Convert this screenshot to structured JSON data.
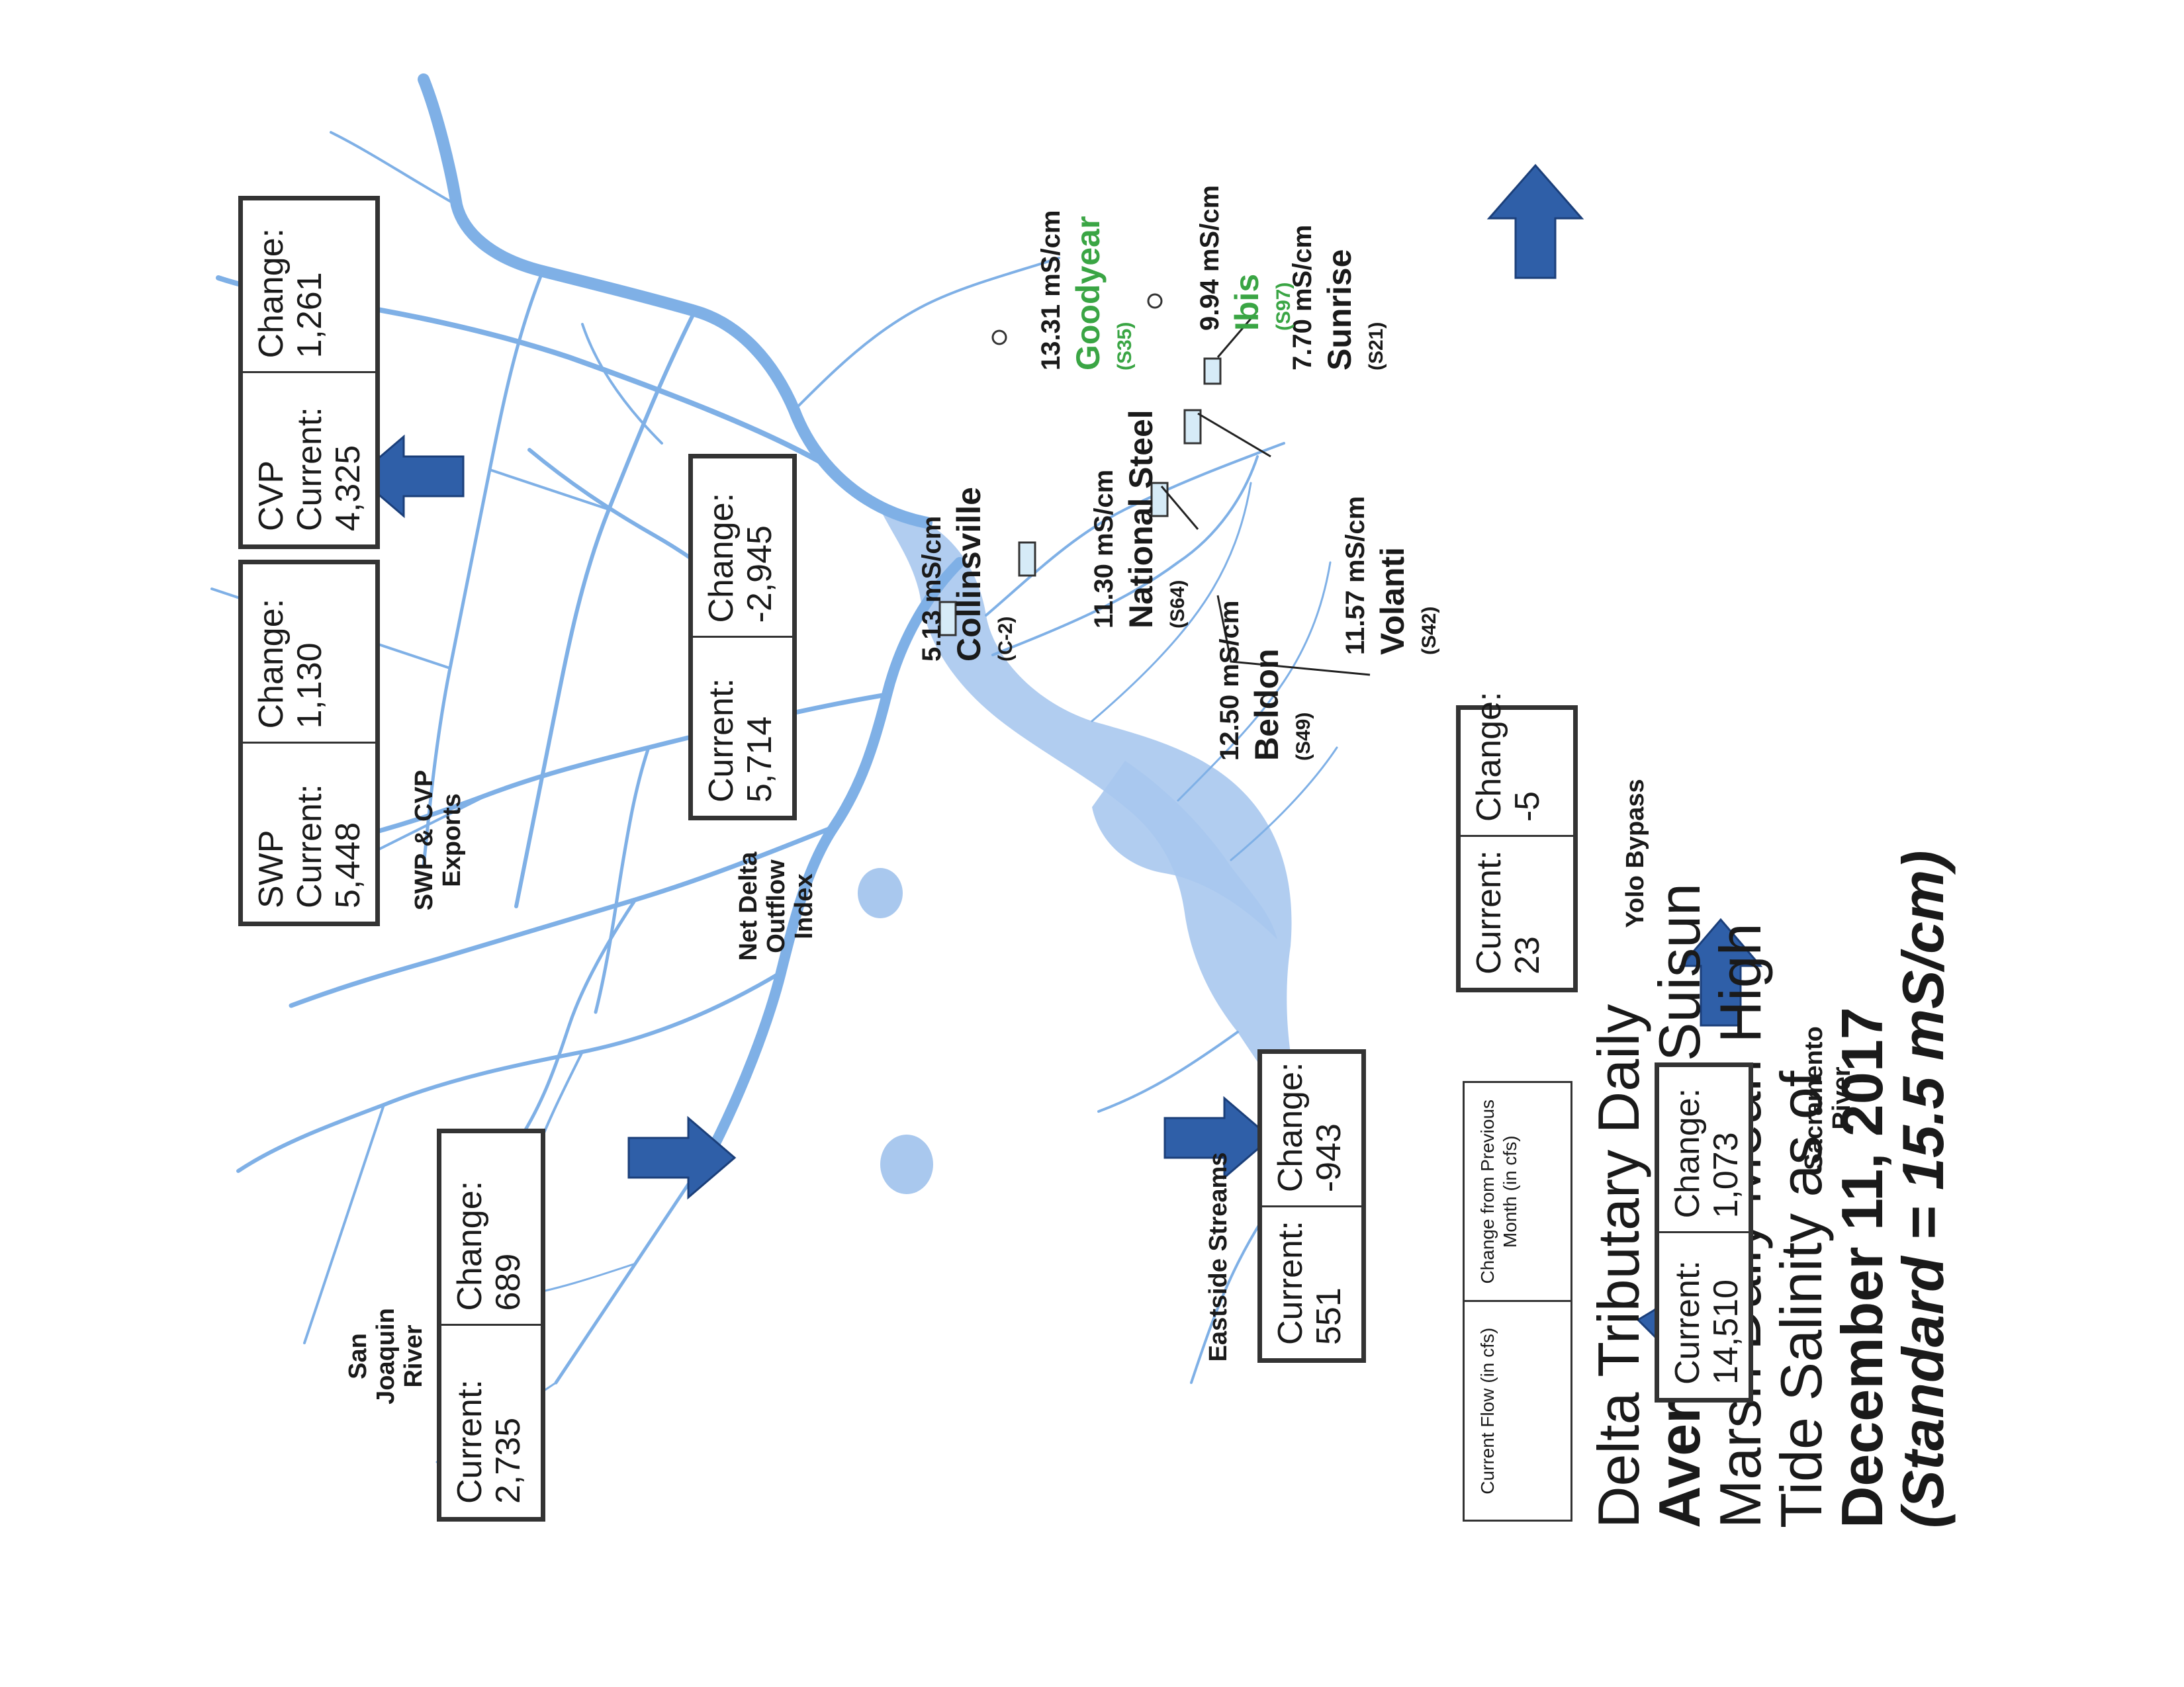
{
  "title": {
    "line1": "Delta Tributary Daily",
    "line2_bold": "Average",
    "line2_rest": " Flows & Suisun",
    "line3": "Marsh Daily Mean High",
    "line4": "Tide Salinity as of",
    "line5": "December 11, 2017",
    "line6": "(Standard = 15.5 mS/cm)"
  },
  "legend": {
    "current": "Current Flow (in cfs)",
    "change": "Change from Previous Month (in cfs)"
  },
  "flows": {
    "yolo": {
      "name": "Yolo Bypass",
      "current_label": "Current:",
      "current": "23",
      "change_label": "Change:",
      "change": "-5"
    },
    "sacramento": {
      "name": "Sacramento River",
      "current_label": "Current:",
      "current": "14,510",
      "change_label": "Change:",
      "change": "1,073"
    },
    "eastside": {
      "name": "Eastside Streams",
      "current_label": "Current:",
      "current": "551",
      "change_label": "Change:",
      "change": "-943"
    },
    "sanjoaquin": {
      "name": "San Joaquin River",
      "current_label": "Current:",
      "current": "2,735",
      "change_label": "Change:",
      "change": "689"
    },
    "ndoi": {
      "name": "Net Delta Outflow Index",
      "current_label": "Current:",
      "current": "5,714",
      "change_label": "Change:",
      "change": "-2,945"
    },
    "cvp": {
      "name": "CVP",
      "current_label": "Current:",
      "current": "4,325",
      "change_label": "Change:",
      "change": "1,261"
    },
    "swp": {
      "name": "SWP",
      "current_label": "Current:",
      "current": "5,448",
      "change_label": "Change:",
      "change": "1,130"
    },
    "exports": {
      "name": "SWP & CVP Exports"
    }
  },
  "stations": {
    "sunrise": {
      "value": "7.70 mS/cm",
      "name": "Sunrise",
      "id": "(S21)"
    },
    "volanti": {
      "value": "11.57 mS/cm",
      "name": "Volanti",
      "id": "(S42)"
    },
    "beldon": {
      "value": "12.50 mS/cm",
      "name": "Beldon",
      "id": "(S49)"
    },
    "ibis": {
      "value": "9.94 mS/cm",
      "name": "Ibis",
      "id": "(S97)"
    },
    "goodyear": {
      "value": "13.31 mS/cm",
      "name": "Goodyear",
      "id": "(S35)"
    },
    "national": {
      "value": "11.30 mS/cm",
      "name": "National Steel",
      "id": "(S64)"
    },
    "collinsville": {
      "value": "5.13 mS/cm",
      "name": "Collinsville",
      "id": "(C-2)"
    }
  },
  "colors": {
    "water": "#a9c8ee",
    "river": "#7fb0e6",
    "arrow": "#2f5fa8",
    "ibis_green": "#3aa544"
  }
}
